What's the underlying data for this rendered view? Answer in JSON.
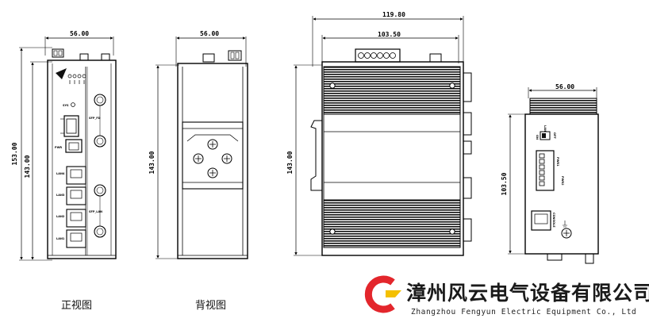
{
  "front_view": {
    "caption": "正视图",
    "width_dim": "56.00",
    "height_outer_dim": "153.00",
    "height_inner_dim": "143.00",
    "labels": {
      "sys": "SYS",
      "sfp_port": "SFP_FD",
      "pwr": "PWR",
      "lan4": "LAN4",
      "lan3": "LAN3",
      "lan2": "LAN2",
      "lan1": "LAN1",
      "sfp_lan": "SFP_LAN"
    }
  },
  "back_view": {
    "caption": "背视图",
    "width_dim": "56.00",
    "height_dim": "143.00"
  },
  "side_view": {
    "overall_width_dim": "119.80",
    "inner_width_dim": "103.50",
    "height_dim": "143.00"
  },
  "top_view": {
    "width_dim": "56.00",
    "height_dim": "103.50",
    "labels": {
      "on": "ON",
      "off": "OFF",
      "lan": "LAN",
      "pwr1": "PWR1",
      "pwr2": "PWR2",
      "console": "CONSOLE"
    }
  },
  "company": {
    "name_cn": "漳州风云电气设备有限公司",
    "name_en": "Zhangzhou Fengyun Electric Equipment Co., Ltd",
    "logo_colors": {
      "red": "#e3262c",
      "yellow": "#f4c000"
    }
  }
}
